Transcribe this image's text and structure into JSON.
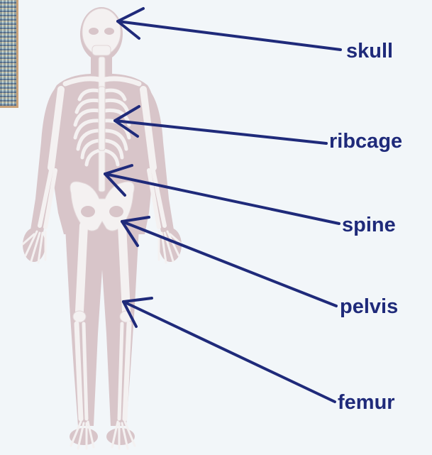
{
  "labels": {
    "skull": "skull",
    "ribcage": "ribcage",
    "spine": "spine",
    "pelvis": "pelvis",
    "femur": "femur"
  },
  "colors": {
    "background": "#f2f6f9",
    "body_silhouette": "#d8c5c9",
    "bone": "#f4f1f1",
    "arrow": "#1f2a7a",
    "label_text": "#1f2a7a"
  }
}
